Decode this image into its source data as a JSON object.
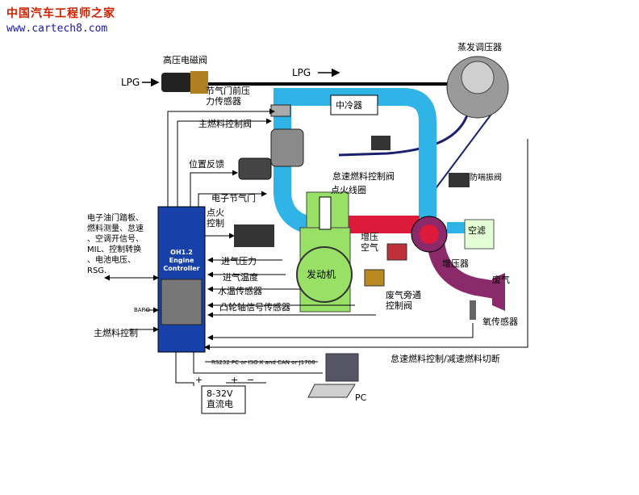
{
  "header": {
    "brand": "中国汽车工程师之家",
    "url": "www.cartech8.com"
  },
  "colors": {
    "cooler_pipe": "#30b4e8",
    "engine_green": "#99e066",
    "hot_pipe": "#dd1a3a",
    "exhaust_pipe": "#8a2a6a",
    "ecu_blue": "#1740a8",
    "wire": "#000000"
  },
  "labels": {
    "high_pressure_solenoid": "高压电磁阀",
    "lpg_in": "LPG",
    "lpg_line": "LPG",
    "evaporator_regulator": "蒸发调压器",
    "throttle_pre_pressure_sensor": "节气门前压\n力传感器",
    "intercooler": "中冷器",
    "main_fuel_valve": "主燃料控制阀",
    "position_feedback": "位置反馈",
    "idle_fuel_valve": "怠速燃料控制阀",
    "anti_surge_valve": "防喘振阀",
    "electronic_throttle": "电子节气门",
    "ignition_coil": "点火线圈",
    "ignition": "点火\n控制",
    "inputs_block": "电子油门踏板、\n燃料测量、怠速\n、空调开信号、\nMIL、控制转换\n、电池电压、\nRSG.",
    "intake_pressure": "进气压力",
    "intake_temp": "进气温度",
    "coolant_sensor": "水温传感器",
    "camshaft_sensor": "凸轮轴信号传感器",
    "engine": "发动机",
    "boost_air": "增压\n空气",
    "air_filter": "空滤",
    "turbo": "增压器",
    "wastegate_valve": "废气旁通\n控制阀",
    "exhaust": "废气",
    "o2_sensor": "氧传感器",
    "baro": "BARO",
    "main_fuel_control": "主燃料控制",
    "idle_cutoff": "怠速燃料控制/减速燃料切断",
    "comm": "RS232 PC or ISO K and CAN or J1708",
    "pc": "PC",
    "dc_supply": "8-32V\n直流电",
    "plus1": "+",
    "plus2": "+",
    "minus": "−"
  },
  "ecu": {
    "title": "OH1.2\nEngine\nController"
  }
}
